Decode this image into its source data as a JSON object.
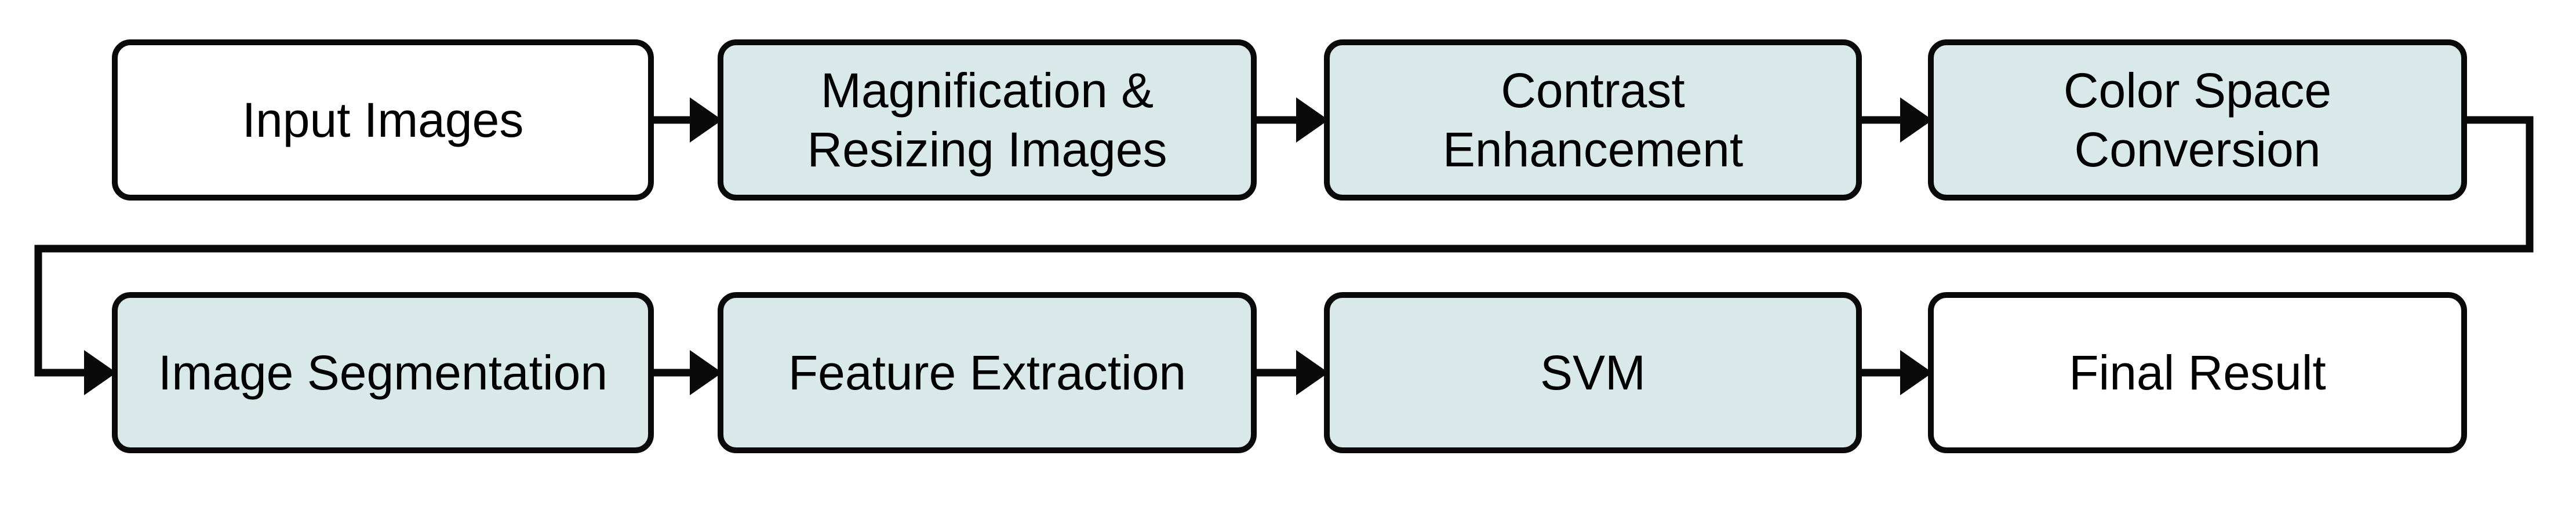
{
  "diagram": {
    "type": "flowchart",
    "nodes": [
      {
        "label": "Input Images",
        "variant": "plain"
      },
      {
        "label": "Magnification &\nResizing Images",
        "variant": "tinted"
      },
      {
        "label": "Contrast\nEnhancement",
        "variant": "tinted"
      },
      {
        "label": "Color Space\nConversion",
        "variant": "tinted"
      },
      {
        "label": "Image Segmentation",
        "variant": "tinted"
      },
      {
        "label": "Feature Extraction",
        "variant": "tinted"
      },
      {
        "label": "SVM",
        "variant": "tinted"
      },
      {
        "label": "Final Result",
        "variant": "plain"
      }
    ],
    "edges": [
      {
        "from": "Input Images",
        "to": "Magnification & Resizing Images"
      },
      {
        "from": "Magnification & Resizing Images",
        "to": "Contrast Enhancement"
      },
      {
        "from": "Contrast Enhancement",
        "to": "Color Space Conversion"
      },
      {
        "from": "Color Space Conversion",
        "to": "Image Segmentation",
        "routing": "wrap-around"
      },
      {
        "from": "Image Segmentation",
        "to": "Feature Extraction"
      },
      {
        "from": "Feature Extraction",
        "to": "SVM"
      },
      {
        "from": "SVM",
        "to": "Final Result"
      }
    ]
  },
  "colors": {
    "background": "#ffffff",
    "node_fill_plain": "#ffffff",
    "node_fill_tinted": "#d9e8e9",
    "node_border": "#0a0a0a",
    "connector": "#0a0a0a"
  }
}
